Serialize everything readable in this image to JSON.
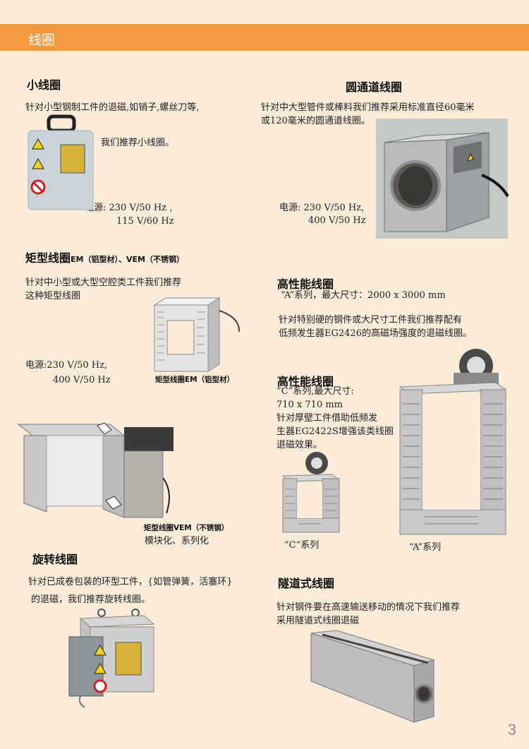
{
  "header": {
    "title": "线圈"
  },
  "small_coil": {
    "title": "小线圈",
    "desc": "针对小型钢制工件的退磁,如销子,螺丝刀等,",
    "recommend": "我们推荐小线圈。",
    "power_1": "电源: 230 V/50 Hz ,",
    "power_2": "115 V/60 Hz"
  },
  "round_coil": {
    "title": "圆通道线圈",
    "desc_1": "针对中大型管件或棒料我们推荐采用标准直径60毫米",
    "desc_2": "或120毫米的圆通道线圈。",
    "power_1": "电源: 230 V/50 Hz,",
    "power_2": "400 V/50 Hz"
  },
  "rect_coil": {
    "title": "矩型线圈",
    "title_small": "EM（铝型材）、VEM（不锈钢）",
    "desc_1": "针对中小型或大型空腔类工件我们推荐",
    "desc_2": "这种矩型线圈",
    "power_1": "电源:230 V/50 Hz,",
    "power_2": "400 V/50 Hz",
    "caption_em": "矩型线圈EM（铝型材）",
    "caption_vem": "矩型线圈VEM（不锈钢）",
    "modular": "模块化、系列化"
  },
  "hp_coil_a": {
    "title": "高性能线圈",
    "series": "“A”系列，最大尺寸：2000 x 3000 mm",
    "desc_1": "针对特别硬的钢件或大尺寸工件我们推荐配有",
    "desc_2": "低频发生器EG2426的高磁场强度的退磁线圈。"
  },
  "hp_coil_c": {
    "title": "高性能线圈",
    "series": "“C”系列,最大尺寸:",
    "size": "710 x 710 mm",
    "desc_1": "针对厚壁工件借助低频发",
    "desc_2": "生器EG2422S增强该类线圈",
    "desc_3": "退磁效果。",
    "label_c": "“C”系列",
    "label_a": "“A”系列"
  },
  "rotary_coil": {
    "title": "旋转线圈",
    "desc_1": "针对已成卷包装的环型工件，{如管弹簧，活塞环}",
    "desc_2": "的退磁，我们推荐旋转线圈。"
  },
  "tunnel_coil": {
    "title": "隧道式线圈",
    "desc_1": "针对钢件要在高速输送移动的情况下我们推荐",
    "desc_2": "采用隧道式线圈退磁"
  },
  "page_number": "3"
}
